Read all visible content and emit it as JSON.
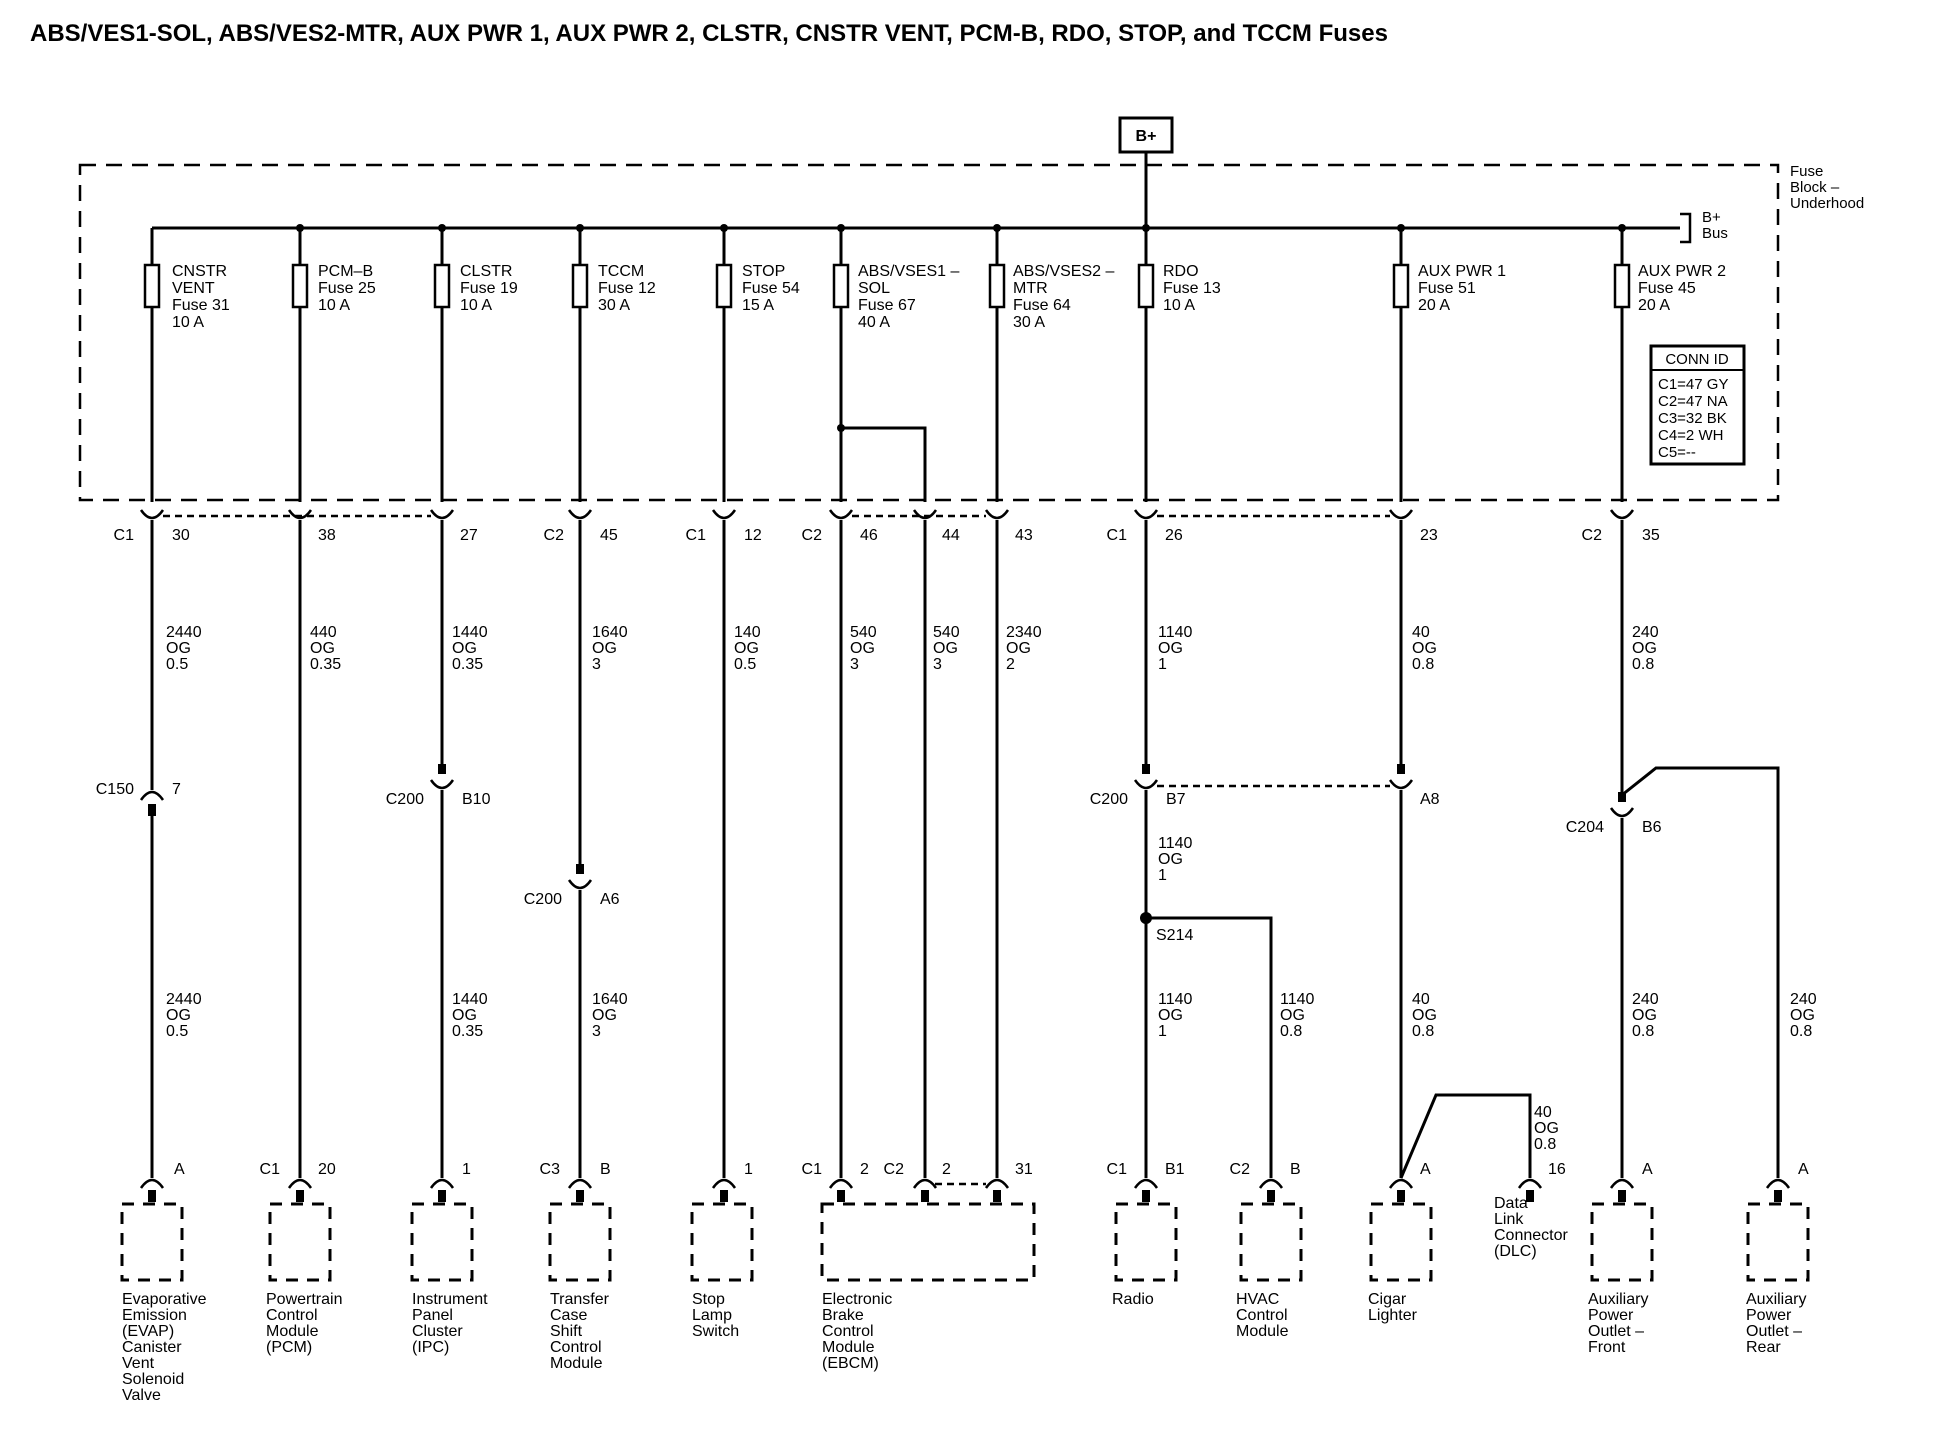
{
  "title": "ABS/VES1-SOL, ABS/VES2-MTR, AUX PWR 1, AUX PWR 2, CLSTR, CNSTR VENT, PCM-B, RDO, STOP, and TCCM Fuses",
  "power_source": "B+",
  "fuse_block_label": [
    "Fuse",
    "Block –",
    "Underhood"
  ],
  "bus_label": [
    "B+",
    "Bus"
  ],
  "conn_id": {
    "header": "CONN ID",
    "rows": [
      "C1=47 GY",
      "C2=47 NA",
      "C3=32 BK",
      "C4=2 WH",
      "C5=--"
    ]
  },
  "fuses": [
    {
      "lines": [
        "CNSTR",
        "VENT",
        "Fuse 31",
        "10 A"
      ]
    },
    {
      "lines": [
        "PCM–B",
        "Fuse 25",
        "10 A"
      ]
    },
    {
      "lines": [
        "CLSTR",
        "Fuse 19",
        "10 A"
      ]
    },
    {
      "lines": [
        "TCCM",
        "Fuse 12",
        "30 A"
      ]
    },
    {
      "lines": [
        "STOP",
        "Fuse 54",
        "15 A"
      ]
    },
    {
      "lines": [
        "ABS/VSES1 –",
        "SOL",
        "Fuse 67",
        "40 A"
      ]
    },
    {
      "lines": [
        "ABS/VSES2 –",
        "MTR",
        "Fuse 64",
        "30 A"
      ]
    },
    {
      "lines": [
        "RDO",
        "Fuse 13",
        "10 A"
      ]
    },
    {
      "lines": [
        "AUX PWR 1",
        "Fuse 51",
        "20 A"
      ]
    },
    {
      "lines": [
        "AUX PWR 2",
        "Fuse 45",
        "20 A"
      ]
    }
  ],
  "top_connectors": [
    {
      "conn": "C1",
      "pin": "30"
    },
    {
      "conn": "",
      "pin": "38"
    },
    {
      "conn": "",
      "pin": "27"
    },
    {
      "conn": "C2",
      "pin": "45"
    },
    {
      "conn": "C1",
      "pin": "12"
    },
    {
      "conn": "C2",
      "pin": "46"
    },
    {
      "conn": "",
      "pin": "44"
    },
    {
      "conn": "",
      "pin": "43"
    },
    {
      "conn": "C1",
      "pin": "26"
    },
    {
      "conn": "",
      "pin": "23"
    },
    {
      "conn": "C2",
      "pin": "35"
    }
  ],
  "wire_labels_upper": [
    [
      "2440",
      "OG",
      "0.5"
    ],
    [
      "440",
      "OG",
      "0.35"
    ],
    [
      "1440",
      "OG",
      "0.35"
    ],
    [
      "1640",
      "OG",
      "3"
    ],
    [
      "140",
      "OG",
      "0.5"
    ],
    [
      "540",
      "OG",
      "3"
    ],
    [
      "540",
      "OG",
      "3"
    ],
    [
      "2340",
      "OG",
      "2"
    ],
    [
      "1140",
      "OG",
      "1"
    ],
    [
      "40",
      "OG",
      "0.8"
    ],
    [
      "240",
      "OG",
      "0.8"
    ]
  ],
  "mid_connectors": [
    {
      "name": "C150",
      "pin": "7"
    },
    {
      "name": "C200",
      "pin": "B10"
    },
    {
      "name": "C200",
      "pin": "A6"
    },
    {
      "name": "C200",
      "pin": "B7"
    },
    {
      "name": "",
      "pin": "A8"
    },
    {
      "name": "C204",
      "pin": "B6"
    }
  ],
  "splice": "S214",
  "wire_labels_lower": [
    [
      "2440",
      "OG",
      "0.5"
    ],
    [
      "1440",
      "OG",
      "0.35"
    ],
    [
      "1640",
      "OG",
      "3"
    ],
    [
      "1140",
      "OG",
      "1"
    ],
    [
      "1140",
      "OG",
      "1"
    ],
    [
      "1140",
      "OG",
      "0.8"
    ],
    [
      "40",
      "OG",
      "0.8"
    ],
    [
      "240",
      "OG",
      "0.8"
    ],
    [
      "240",
      "OG",
      "0.8"
    ],
    [
      "40",
      "OG",
      "0.8"
    ]
  ],
  "bottom_pins": [
    {
      "conn": "",
      "pin": "A"
    },
    {
      "conn": "C1",
      "pin": "20"
    },
    {
      "conn": "",
      "pin": "1"
    },
    {
      "conn": "C3",
      "pin": "B"
    },
    {
      "conn": "",
      "pin": "1"
    },
    {
      "conn": "C1",
      "pin": "2"
    },
    {
      "conn": "C2",
      "pin": "2"
    },
    {
      "conn": "",
      "pin": "31"
    },
    {
      "conn": "C1",
      "pin": "B1"
    },
    {
      "conn": "C2",
      "pin": "B"
    },
    {
      "conn": "",
      "pin": "A"
    },
    {
      "conn": "",
      "pin": "16"
    },
    {
      "conn": "",
      "pin": "A"
    },
    {
      "conn": "",
      "pin": "A"
    }
  ],
  "components": [
    {
      "lines": [
        "Evaporative",
        "Emission",
        "(EVAP)",
        "Canister",
        "Vent",
        "Solenoid",
        "Valve"
      ]
    },
    {
      "lines": [
        "Powertrain",
        "Control",
        "Module",
        "(PCM)"
      ]
    },
    {
      "lines": [
        "Instrument",
        "Panel",
        "Cluster",
        "(IPC)"
      ]
    },
    {
      "lines": [
        "Transfer",
        "Case",
        "Shift",
        "Control",
        "Module"
      ]
    },
    {
      "lines": [
        "Stop",
        "Lamp",
        "Switch"
      ]
    },
    {
      "lines": [
        "Electronic",
        "Brake",
        "Control",
        "Module",
        "(EBCM)"
      ]
    },
    {
      "lines": [
        "Radio"
      ]
    },
    {
      "lines": [
        "HVAC",
        "Control",
        "Module"
      ]
    },
    {
      "lines": [
        "Cigar",
        "Lighter"
      ]
    },
    {
      "lines": [
        "Data",
        "Link",
        "Connector",
        "(DLC)"
      ]
    },
    {
      "lines": [
        "Auxiliary",
        "Power",
        "Outlet –",
        "Front"
      ]
    },
    {
      "lines": [
        "Auxiliary",
        "Power",
        "Outlet –",
        "Rear"
      ]
    }
  ]
}
